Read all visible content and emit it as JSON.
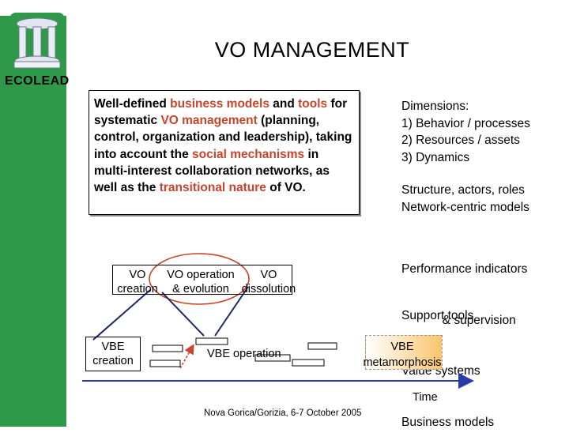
{
  "brand": "ECOLEAD",
  "title": "VO MANAGEMENT",
  "description": {
    "p1": "Well-defined ",
    "r1": "business models",
    "p2": " and ",
    "r2": "tools",
    "p3": " for systematic ",
    "r3": "VO management",
    "p4": " (planning, control, organization and leadership), taking into account the ",
    "r4": "social mechanisms",
    "p5": " in multi-interest collaboration networks, as well as the ",
    "r5": "transitional nature",
    "p6": " of VO."
  },
  "right_column": {
    "dimensions": [
      "Dimensions:",
      "1)  Behavior / processes",
      "2)  Resources / assets",
      "3)  Dynamics"
    ],
    "structure": [
      "Structure, actors, roles",
      "Network-centric models"
    ],
    "performance": [
      "Performance indicators",
      "            & supervision",
      "Value systems",
      "Business models"
    ],
    "support": "Support tools"
  },
  "vo_lifecycle": {
    "creation": [
      "VO",
      "creation"
    ],
    "operation": [
      "VO operation",
      "& evolution"
    ],
    "dissolution": [
      "VO",
      "dissolution"
    ]
  },
  "vbe_lifecycle": {
    "creation": [
      "VBE",
      "creation"
    ],
    "operation": "VBE operation",
    "metamorphosis": [
      "VBE",
      "metamorphosis"
    ]
  },
  "time_label": "Time",
  "footer": "Nova Gorica/Gorizia, 6-7 October 2005",
  "colors": {
    "green": "#2e9a49",
    "red_text": "#c8442a",
    "arrow_blue": "#2b3aa8"
  }
}
